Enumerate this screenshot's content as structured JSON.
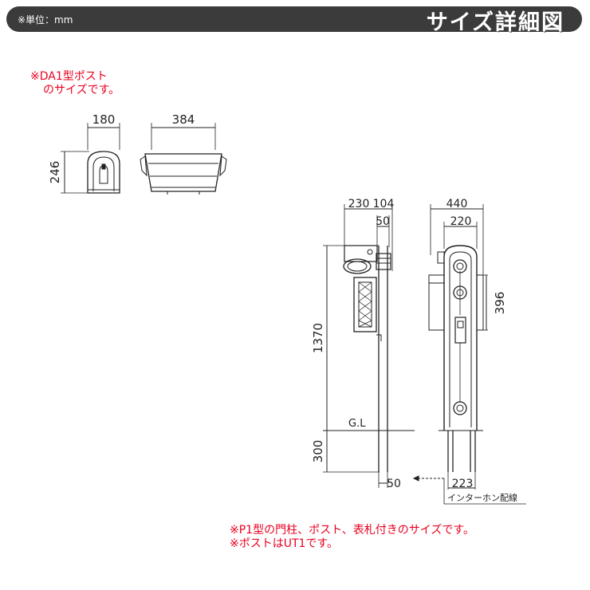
{
  "header": {
    "unit": "※単位：mm",
    "title": "サイズ詳細図"
  },
  "notes": {
    "post_line1": "※DA1型ポスト",
    "post_line2": "のサイズです。",
    "bottom_line1": "※P1型の門柱、ポスト、表札付きのサイズです。",
    "bottom_line2": "※ポストはUT1です。"
  },
  "dimensions": {
    "post_width_side": "180",
    "post_width_front": "384",
    "post_height": "246",
    "pillar_230": "230",
    "pillar_104": "104",
    "pillar_50_top": "50",
    "pillar_440": "440",
    "pillar_220": "220",
    "pillar_396": "396",
    "pillar_1370": "1370",
    "pillar_300": "300",
    "pillar_50_bottom": "50",
    "pillar_223": "223"
  },
  "labels": {
    "ground_level": "G.L",
    "intercom_wiring": "インターホン配線"
  },
  "colors": {
    "header_bg": "#3b3b3b",
    "note_red": "#e8001f",
    "line": "#222222"
  }
}
